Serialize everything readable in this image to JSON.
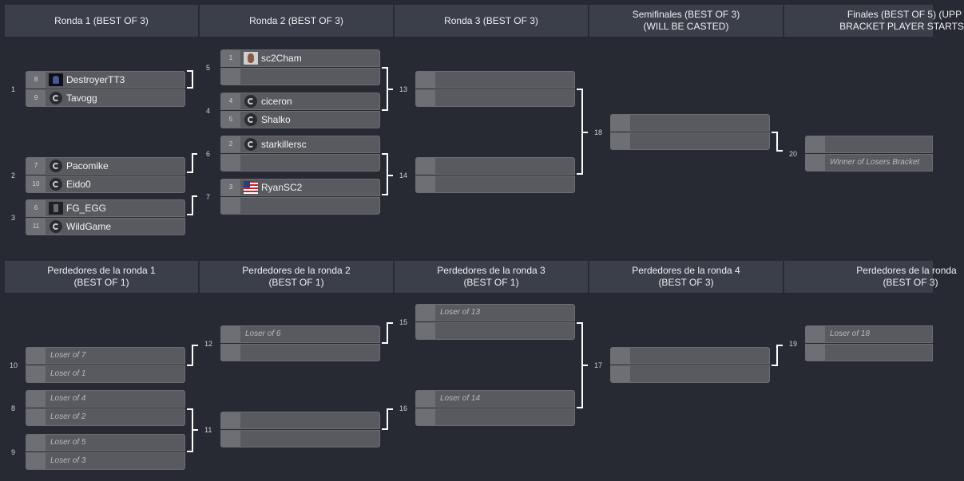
{
  "headers": {
    "upper": [
      {
        "line1": "Ronda 1 (BEST OF 3)",
        "line2": ""
      },
      {
        "line1": "Ronda 2 (BEST OF 3)",
        "line2": ""
      },
      {
        "line1": "Ronda 3 (BEST OF 3)",
        "line2": ""
      },
      {
        "line1": "Semifinales (BEST OF 3)",
        "line2": "(WILL BE CASTED)"
      },
      {
        "line1": "Finales (BEST OF 5) (UPP",
        "line2": "BRACKET PLAYER STARTS"
      }
    ],
    "lower": [
      {
        "line1": "Perdedores de la ronda 1",
        "line2": "(BEST OF 1)"
      },
      {
        "line1": "Perdedores de la ronda 2",
        "line2": "(BEST OF 1)"
      },
      {
        "line1": "Perdedores de la ronda 3",
        "line2": "(BEST OF 1)"
      },
      {
        "line1": "Perdedores de la ronda 4",
        "line2": "(BEST OF 3)"
      },
      {
        "line1": "Perdedores de la ronda",
        "line2": "(BEST OF 3)"
      }
    ]
  },
  "upper_matches": [
    {
      "num": "1",
      "top": {
        "seed": "8",
        "name": "DestroyerTT3",
        "icon": "dark-avatar-icon"
      },
      "bot": {
        "seed": "9",
        "name": "Tavogg",
        "icon": "race-logo-icon"
      }
    },
    {
      "num": "2",
      "top": {
        "seed": "7",
        "name": "Pacomike",
        "icon": "race-logo-icon"
      },
      "bot": {
        "seed": "10",
        "name": "Eido0",
        "icon": "race-logo-icon"
      }
    },
    {
      "num": "3",
      "top": {
        "seed": "6",
        "name": "FG_EGG",
        "icon": "dark-avatar-icon"
      },
      "bot": {
        "seed": "11",
        "name": "WildGame",
        "icon": "race-logo-icon"
      }
    },
    {
      "num": "5",
      "top": {
        "seed": "1",
        "name": "sc2Cham",
        "icon": "photo-avatar-icon"
      },
      "bot": {
        "seed": "",
        "name": "",
        "icon": ""
      }
    },
    {
      "num": "4",
      "top": {
        "seed": "4",
        "name": "ciceron",
        "icon": "race-logo-icon"
      },
      "bot": {
        "seed": "5",
        "name": "Shalko",
        "icon": "race-logo-icon"
      }
    },
    {
      "num": "6",
      "top": {
        "seed": "2",
        "name": "starkillersc",
        "icon": "race-logo-icon"
      },
      "bot": {
        "seed": "",
        "name": "",
        "icon": ""
      }
    },
    {
      "num": "7",
      "top": {
        "seed": "3",
        "name": "RyanSC2",
        "icon": "us-flag-icon"
      },
      "bot": {
        "seed": "",
        "name": "",
        "icon": ""
      }
    },
    {
      "num": "13",
      "top": {
        "label": ""
      },
      "bot": {
        "label": ""
      }
    },
    {
      "num": "14",
      "top": {
        "label": ""
      },
      "bot": {
        "label": ""
      }
    },
    {
      "num": "18",
      "top": {
        "label": ""
      },
      "bot": {
        "label": ""
      }
    },
    {
      "num": "20",
      "top": {
        "label": ""
      },
      "bot": {
        "label": "Winner of Losers Bracket"
      }
    }
  ],
  "lower_matches": [
    {
      "num": "10",
      "top": "Loser of 7",
      "bot": "Loser of 1"
    },
    {
      "num": "8",
      "top": "Loser of 4",
      "bot": "Loser of 2"
    },
    {
      "num": "9",
      "top": "Loser of 5",
      "bot": "Loser of 3"
    },
    {
      "num": "12",
      "top": "Loser of 6",
      "bot": ""
    },
    {
      "num": "11",
      "top": "",
      "bot": ""
    },
    {
      "num": "15",
      "top": "Loser of 13",
      "bot": ""
    },
    {
      "num": "16",
      "top": "Loser of 14",
      "bot": ""
    },
    {
      "num": "17",
      "top": "",
      "bot": ""
    },
    {
      "num": "19",
      "top": "Loser of 18",
      "bot": ""
    }
  ]
}
